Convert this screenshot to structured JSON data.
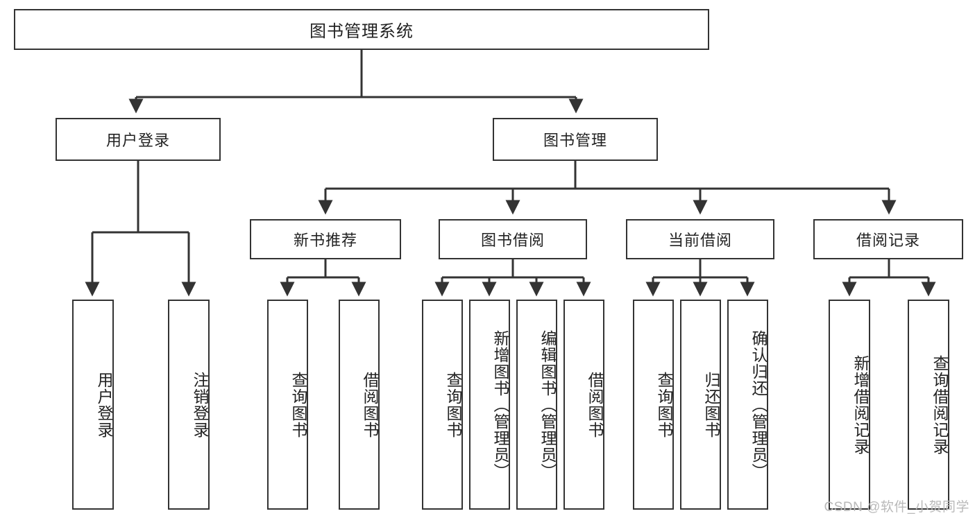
{
  "diagram": {
    "type": "tree-hierarchy-flowchart",
    "title_node": {
      "id": "root",
      "label": "图书管理系统"
    },
    "level2": [
      {
        "id": "login",
        "label": "用户登录"
      },
      {
        "id": "bookmgmt",
        "label": "图书管理"
      }
    ],
    "level3": [
      {
        "id": "newbook",
        "label": "新书推荐",
        "parent": "bookmgmt"
      },
      {
        "id": "borrow",
        "label": "图书借阅",
        "parent": "bookmgmt"
      },
      {
        "id": "current",
        "label": "当前借阅",
        "parent": "bookmgmt"
      },
      {
        "id": "record",
        "label": "借阅记录",
        "parent": "bookmgmt"
      }
    ],
    "leaves": {
      "login": [
        {
          "id": "leaf-user-login",
          "label": "用户登录"
        },
        {
          "id": "leaf-logout",
          "label": "注销登录"
        }
      ],
      "newbook": [
        {
          "id": "leaf-query-book-1",
          "label": "查询图书"
        },
        {
          "id": "leaf-borrow-book-1",
          "label": "借阅图书"
        }
      ],
      "borrow": [
        {
          "id": "leaf-query-book-2",
          "label": "查询图书"
        },
        {
          "id": "leaf-add-book",
          "label": "新增图书（管理员）"
        },
        {
          "id": "leaf-edit-book",
          "label": "编辑图书（管理员）"
        },
        {
          "id": "leaf-borrow-book-2",
          "label": "借阅图书"
        }
      ],
      "current": [
        {
          "id": "leaf-query-book-3",
          "label": "查询图书"
        },
        {
          "id": "leaf-return-book",
          "label": "归还图书"
        },
        {
          "id": "leaf-confirm-return",
          "label": "确认归还（管理员）"
        }
      ],
      "record": [
        {
          "id": "leaf-add-record",
          "label": "新增借阅记录"
        },
        {
          "id": "leaf-query-record",
          "label": "查询借阅记录"
        }
      ]
    },
    "watermark": "CSDN @软件_小贺同学",
    "colors": {
      "stroke": "#333333",
      "fill": "#ffffff",
      "text": "#222222",
      "watermark": "#b9b9b9"
    }
  }
}
